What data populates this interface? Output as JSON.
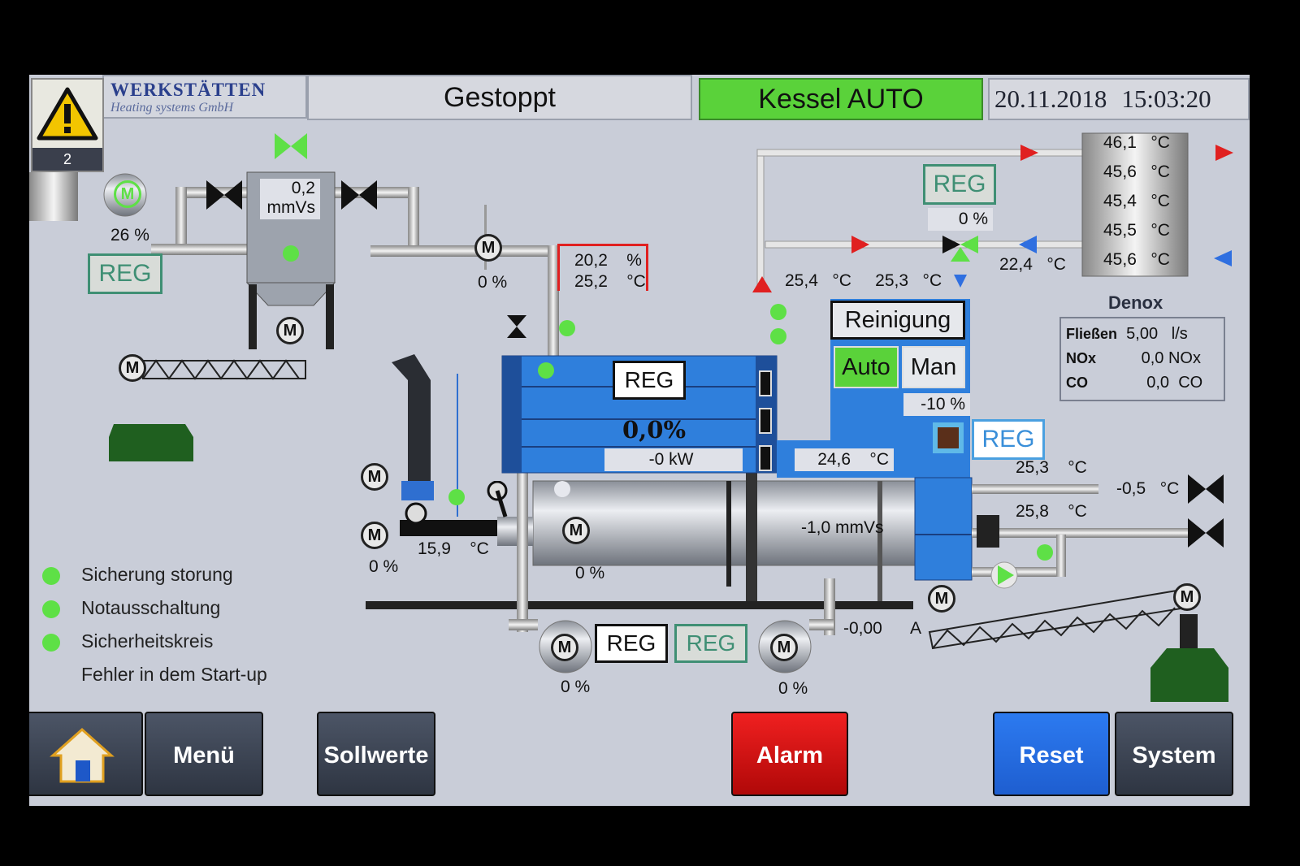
{
  "header": {
    "logo_line1": "WERKSTÄTTEN",
    "logo_line2": "Heating systems GmbH",
    "warning_count": "2",
    "status": "Gestoppt",
    "mode": "Kessel AUTO",
    "date": "20.11.2018",
    "time": "15:03:20"
  },
  "fan_left": {
    "percent": "26 %",
    "reg": "REG"
  },
  "filter": {
    "pressure_value": "0,2",
    "pressure_unit": "mmVs"
  },
  "motor_label": "M",
  "feed_motor": {
    "percent": "0 %"
  },
  "flue_gas": {
    "o2": "20,2",
    "o2_unit": "%",
    "temp": "25,2",
    "temp_unit": "°C"
  },
  "boiler": {
    "reg": "REG",
    "power_percent": "0,0%",
    "power_kw": "-0 kW",
    "water_temp": "24,6",
    "water_unit": "°C",
    "pressure": "-1,0 mmVs",
    "feed_percent": "0 %"
  },
  "flow_line": {
    "temp1": "25,4",
    "temp2": "25,3",
    "unit": "°C"
  },
  "mixing_valve": {
    "reg": "REG",
    "percent": "0 %"
  },
  "return_temp": {
    "value": "22,4",
    "unit": "°C"
  },
  "denox": {
    "temps": [
      "46,1",
      "45,6",
      "45,4",
      "45,5",
      "45,6"
    ],
    "temp_unit": "°C",
    "title": "Denox",
    "rows": [
      {
        "key": "Fließen",
        "value": "5,00",
        "unit": "l/s"
      },
      {
        "key": "NOx",
        "value": "0,0",
        "unit": "NOx"
      },
      {
        "key": "CO",
        "value": "0,0",
        "unit": "CO"
      }
    ]
  },
  "cleaning": {
    "title": "Reinigung",
    "auto": "Auto",
    "man": "Man",
    "percent": "-10 %",
    "reg": "REG"
  },
  "outlets": {
    "temp1": "25,3",
    "temp2": "25,8",
    "unit": "°C",
    "valve_temp": "-0,5",
    "valve_unit": "°C"
  },
  "burner": {
    "temp": "15,9",
    "unit": "°C",
    "percent": "0 %"
  },
  "bottom_fans": {
    "left_percent": "0 %",
    "right_percent": "0 %",
    "reg_black": "REG",
    "reg_green": "REG",
    "pressure": "-0,00",
    "label_a": "A"
  },
  "legend": [
    "Sicherung storung",
    "Notausschaltung",
    "Sicherheitskreis",
    "Fehler in dem Start-up"
  ],
  "footer": {
    "menu": "Menü",
    "setpoints": "Sollwerte",
    "alarm": "Alarm",
    "reset": "Reset",
    "system": "System"
  },
  "colors": {
    "ok_green": "#5ee046",
    "mode_green": "#5ad23a",
    "boiler_blue": "#2f7fdc",
    "alarm_red": "#e01515",
    "reset_blue": "#2c7af0"
  }
}
